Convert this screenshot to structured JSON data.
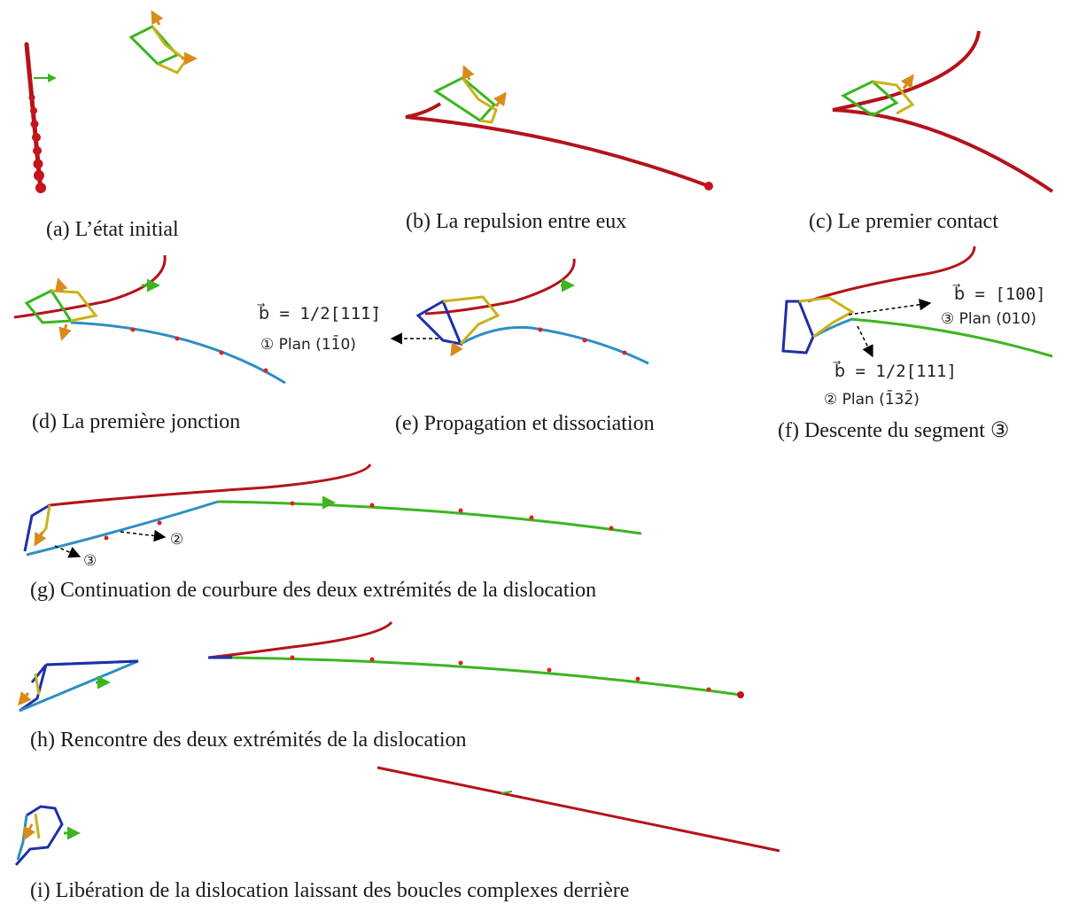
{
  "captions": {
    "a": "(a) L’état initial",
    "b": "(b) La repulsion entre eux",
    "c": "(c) Le premier contact",
    "d": "(d) La première jonction",
    "e": "(e) Propagation et dissociation",
    "f": "(f) Descente du segment ③",
    "g": "(g) Continuation de courbure des deux extrémités de la dislocation",
    "h": "(h) Rencontre des deux extrémités de la dislocation",
    "i": "(i) Libération de la dislocation laissant des boucles complexes derrière"
  },
  "annotations": {
    "e_b": "b⃗  = 1/2[11̄1̄]",
    "e_plan": "① Plan (11̄0)",
    "f_b3": "b⃗  = [100]",
    "f_plan3": "③ Plan (010)",
    "f_b2": "b⃗  = 1/2[111]",
    "f_plan2": "② Plan (1̄32̄)",
    "g_m2": "②",
    "g_m3": "③"
  },
  "colors": {
    "red_dislocation": "#b5121b",
    "green_segment": "#3cb521",
    "blue_segment": "#1e2fa8",
    "cyan_segment": "#2d8fc4",
    "orange_arrow": "#d98a1c",
    "yellow_segment": "#c9b21a",
    "node_red": "#e0201e"
  }
}
